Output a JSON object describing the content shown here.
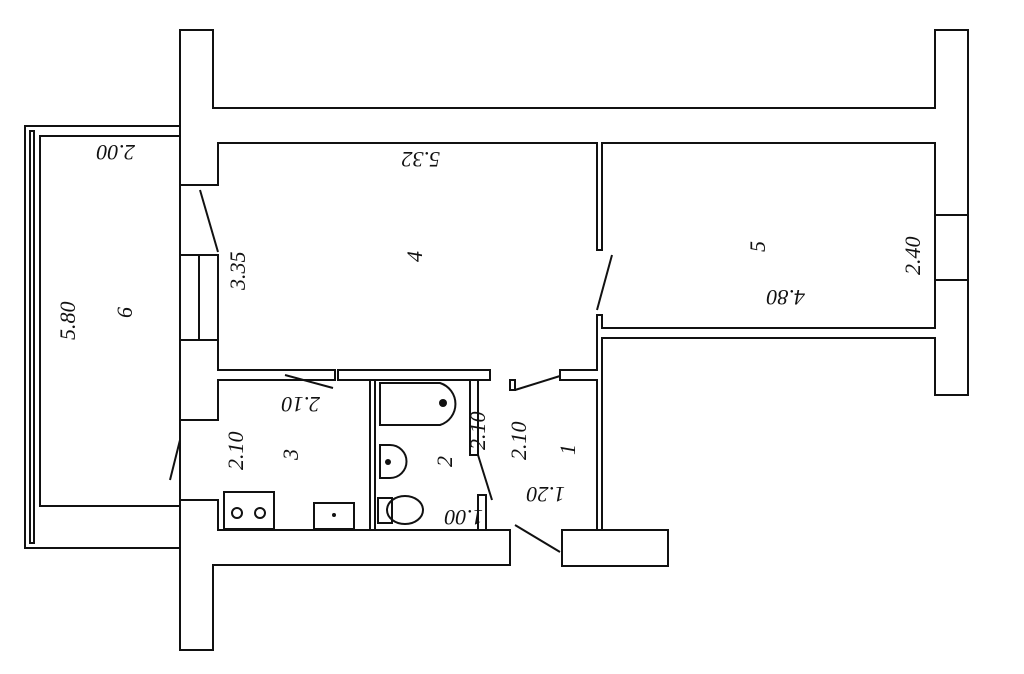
{
  "rooms": [
    {
      "number": "1",
      "dims": [
        "2.10",
        "1.20"
      ]
    },
    {
      "number": "2",
      "dims": [
        "2.10",
        "1.00"
      ]
    },
    {
      "number": "3",
      "dims": [
        "2.10",
        "2.10"
      ]
    },
    {
      "number": "4",
      "dims": [
        "3.35",
        "5.32"
      ]
    },
    {
      "number": "5",
      "dims": [
        "2.40",
        "4.80"
      ]
    },
    {
      "number": "6",
      "dims": [
        "5.80",
        "2.00"
      ]
    }
  ]
}
